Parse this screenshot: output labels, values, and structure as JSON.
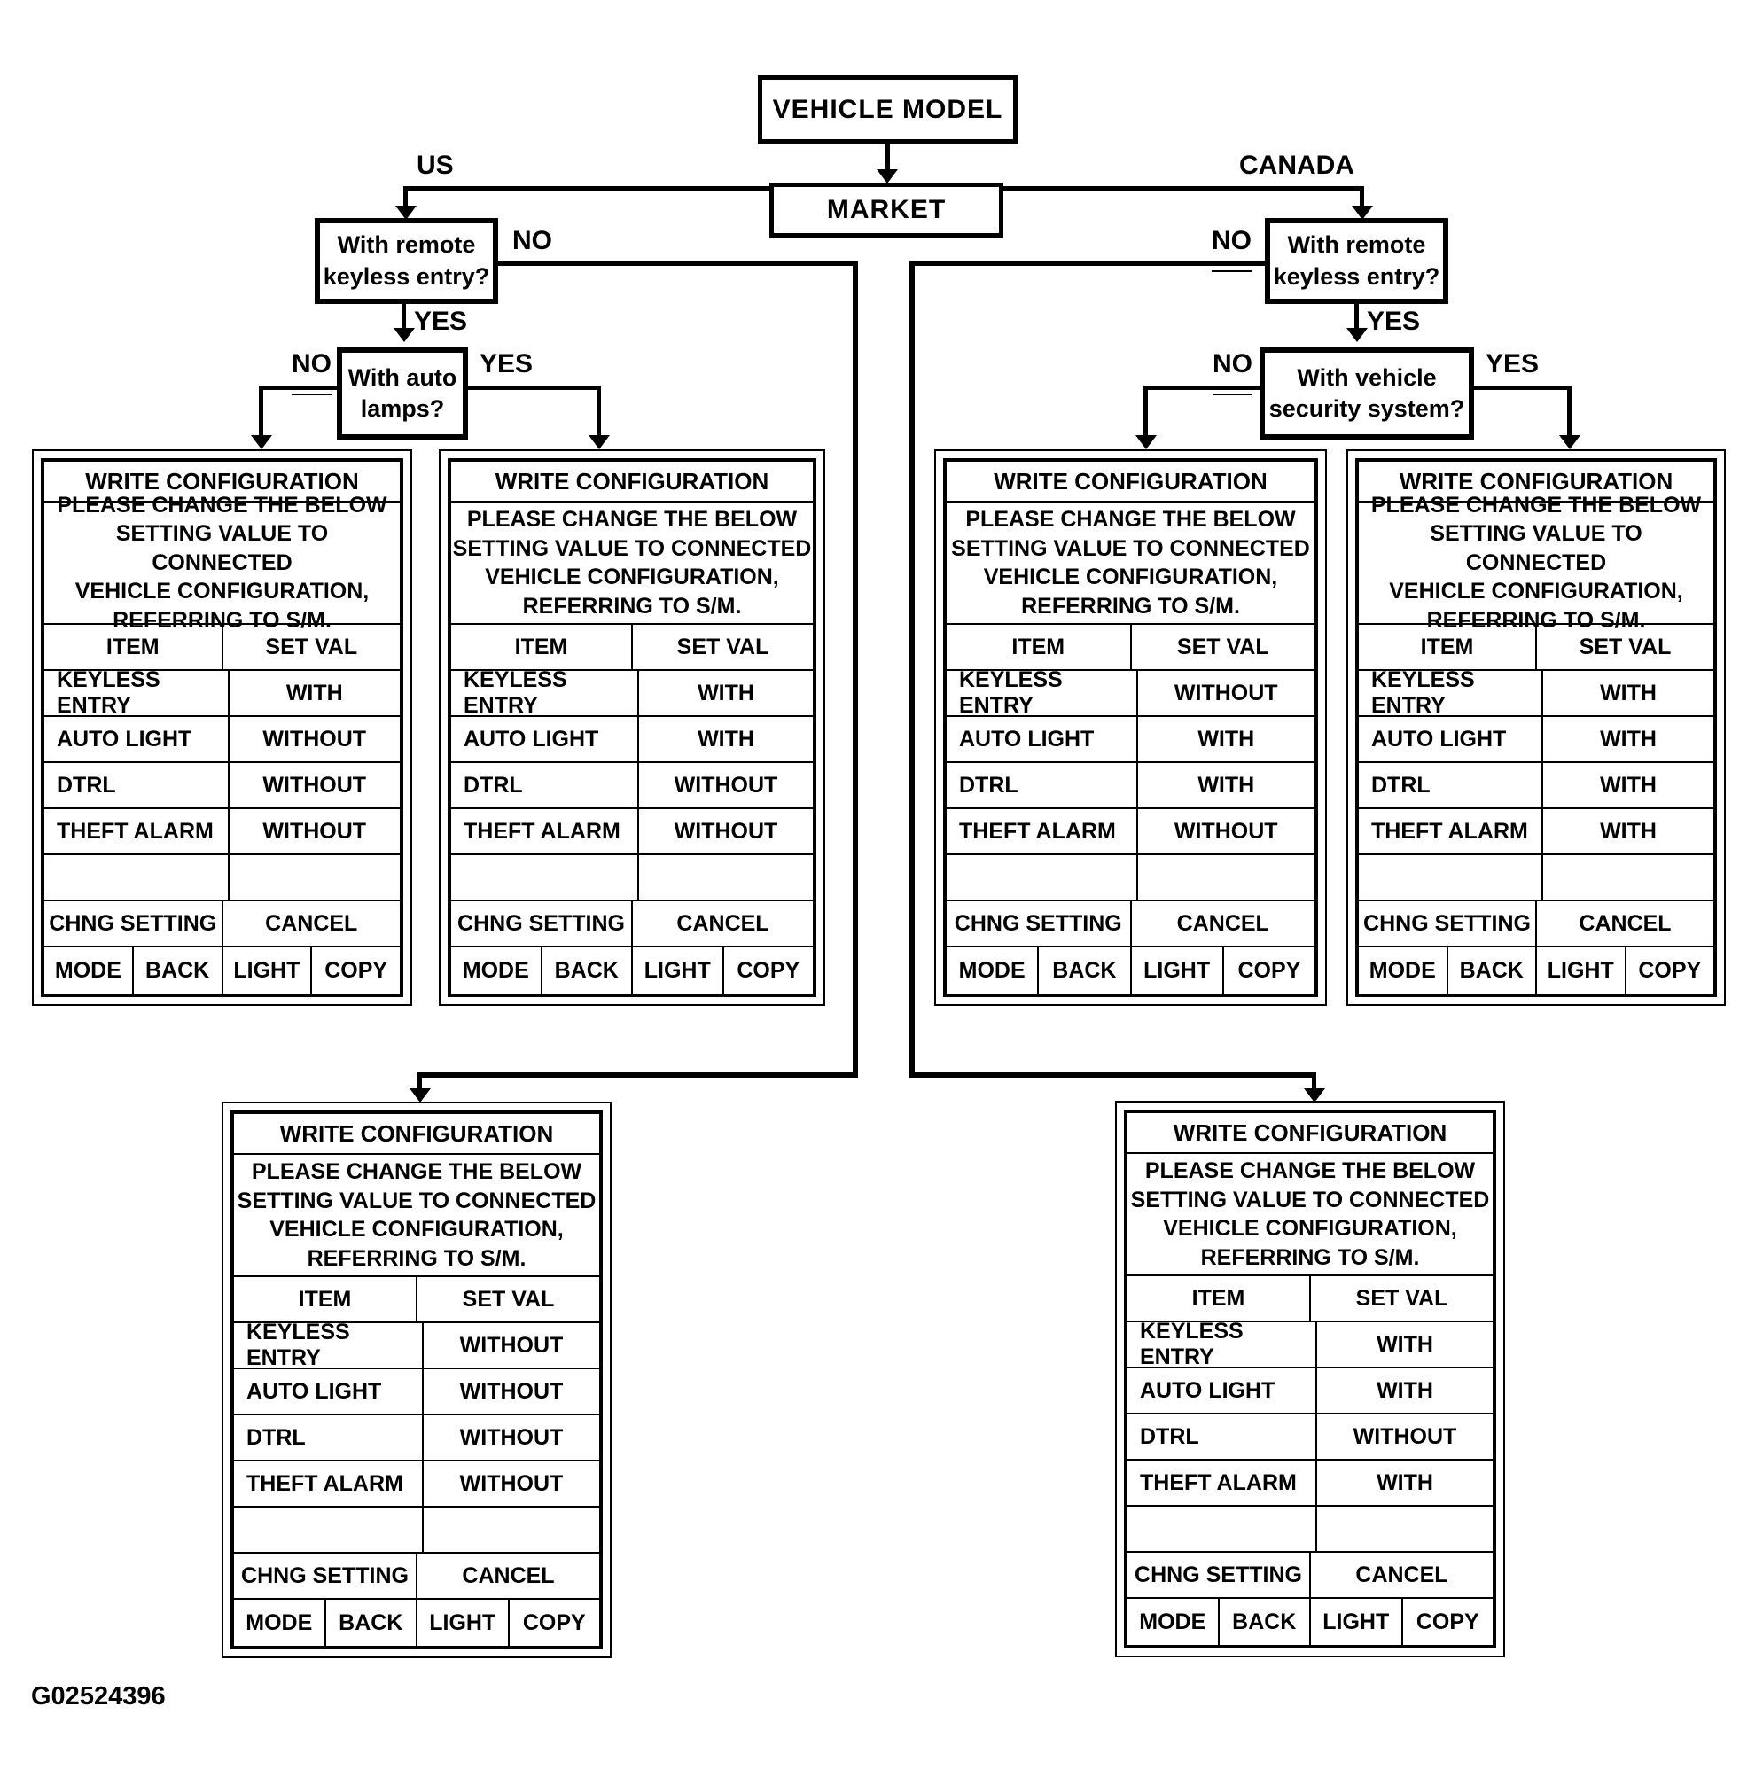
{
  "colors": {
    "ink": "#000000",
    "paper": "#ffffff"
  },
  "flowchart": {
    "vehicle_model": "VEHICLE MODEL",
    "market": "MARKET",
    "us_branch_label": "US",
    "canada_branch_label": "CANADA",
    "us_keyless_question": "With remote keyless entry?",
    "canada_keyless_question": "With remote keyless entry?",
    "auto_lamps_question": "With auto lamps?",
    "security_question": "With vehicle security system?",
    "us_keyless_no": "NO",
    "us_keyless_yes": "YES",
    "auto_lamps_no": "NO",
    "auto_lamps_yes": "YES",
    "canada_keyless_no": "NO",
    "canada_keyless_yes": "YES",
    "security_no": "NO",
    "security_yes": "YES",
    "figure_code": "G02524396"
  },
  "tables": [
    {
      "title": "WRITE CONFIGURATION",
      "message_lines": [
        "PLEASE CHANGE THE BELOW",
        "SETTING VALUE TO CONNECTED",
        "VEHICLE CONFIGURATION,",
        "REFERRING TO S/M."
      ],
      "header": {
        "item": "ITEM",
        "set_val": "SET VAL"
      },
      "rows": [
        {
          "item": "KEYLESS ENTRY",
          "value": "WITH"
        },
        {
          "item": "AUTO LIGHT",
          "value": "WITHOUT"
        },
        {
          "item": "DTRL",
          "value": "WITHOUT"
        },
        {
          "item": "THEFT ALARM",
          "value": "WITHOUT"
        },
        {
          "item": "",
          "value": ""
        }
      ],
      "actions": {
        "left": "CHNG SETTING",
        "right": "CANCEL"
      },
      "buttons": [
        "MODE",
        "BACK",
        "LIGHT",
        "COPY"
      ]
    },
    {
      "title": "WRITE CONFIGURATION",
      "message_lines": [
        "PLEASE CHANGE THE BELOW",
        "SETTING VALUE TO CONNECTED",
        "VEHICLE CONFIGURATION,",
        "REFERRING TO S/M."
      ],
      "header": {
        "item": "ITEM",
        "set_val": "SET VAL"
      },
      "rows": [
        {
          "item": "KEYLESS ENTRY",
          "value": "WITH"
        },
        {
          "item": "AUTO LIGHT",
          "value": "WITH"
        },
        {
          "item": "DTRL",
          "value": "WITHOUT"
        },
        {
          "item": "THEFT ALARM",
          "value": "WITHOUT"
        },
        {
          "item": "",
          "value": ""
        }
      ],
      "actions": {
        "left": "CHNG SETTING",
        "right": "CANCEL"
      },
      "buttons": [
        "MODE",
        "BACK",
        "LIGHT",
        "COPY"
      ]
    },
    {
      "title": "WRITE CONFIGURATION",
      "message_lines": [
        "PLEASE CHANGE THE BELOW",
        "SETTING VALUE TO CONNECTED",
        "VEHICLE CONFIGURATION,",
        "REFERRING TO S/M."
      ],
      "header": {
        "item": "ITEM",
        "set_val": "SET VAL"
      },
      "rows": [
        {
          "item": "KEYLESS ENTRY",
          "value": "WITHOUT"
        },
        {
          "item": "AUTO LIGHT",
          "value": "WITH"
        },
        {
          "item": "DTRL",
          "value": "WITH"
        },
        {
          "item": "THEFT ALARM",
          "value": "WITHOUT"
        },
        {
          "item": "",
          "value": ""
        }
      ],
      "actions": {
        "left": "CHNG SETTING",
        "right": "CANCEL"
      },
      "buttons": [
        "MODE",
        "BACK",
        "LIGHT",
        "COPY"
      ]
    },
    {
      "title": "WRITE CONFIGURATION",
      "message_lines": [
        "PLEASE CHANGE THE BELOW",
        "SETTING VALUE TO CONNECTED",
        "VEHICLE CONFIGURATION,",
        "REFERRING TO S/M."
      ],
      "header": {
        "item": "ITEM",
        "set_val": "SET VAL"
      },
      "rows": [
        {
          "item": "KEYLESS ENTRY",
          "value": "WITH"
        },
        {
          "item": "AUTO LIGHT",
          "value": "WITH"
        },
        {
          "item": "DTRL",
          "value": "WITH"
        },
        {
          "item": "THEFT ALARM",
          "value": "WITH"
        },
        {
          "item": "",
          "value": ""
        }
      ],
      "actions": {
        "left": "CHNG SETTING",
        "right": "CANCEL"
      },
      "buttons": [
        "MODE",
        "BACK",
        "LIGHT",
        "COPY"
      ]
    },
    {
      "title": "WRITE CONFIGURATION",
      "message_lines": [
        "PLEASE CHANGE THE BELOW",
        "SETTING VALUE TO CONNECTED",
        "VEHICLE CONFIGURATION,",
        "REFERRING TO S/M."
      ],
      "header": {
        "item": "ITEM",
        "set_val": "SET VAL"
      },
      "rows": [
        {
          "item": "KEYLESS ENTRY",
          "value": "WITHOUT"
        },
        {
          "item": "AUTO LIGHT",
          "value": "WITHOUT"
        },
        {
          "item": "DTRL",
          "value": "WITHOUT"
        },
        {
          "item": "THEFT ALARM",
          "value": "WITHOUT"
        },
        {
          "item": "",
          "value": ""
        }
      ],
      "actions": {
        "left": "CHNG SETTING",
        "right": "CANCEL"
      },
      "buttons": [
        "MODE",
        "BACK",
        "LIGHT",
        "COPY"
      ]
    },
    {
      "title": "WRITE CONFIGURATION",
      "message_lines": [
        "PLEASE CHANGE THE BELOW",
        "SETTING VALUE TO CONNECTED",
        "VEHICLE CONFIGURATION,",
        "REFERRING TO S/M."
      ],
      "header": {
        "item": "ITEM",
        "set_val": "SET VAL"
      },
      "rows": [
        {
          "item": "KEYLESS ENTRY",
          "value": "WITH"
        },
        {
          "item": "AUTO LIGHT",
          "value": "WITH"
        },
        {
          "item": "DTRL",
          "value": "WITHOUT"
        },
        {
          "item": "THEFT ALARM",
          "value": "WITH"
        },
        {
          "item": "",
          "value": ""
        }
      ],
      "actions": {
        "left": "CHNG SETTING",
        "right": "CANCEL"
      },
      "buttons": [
        "MODE",
        "BACK",
        "LIGHT",
        "COPY"
      ]
    }
  ]
}
